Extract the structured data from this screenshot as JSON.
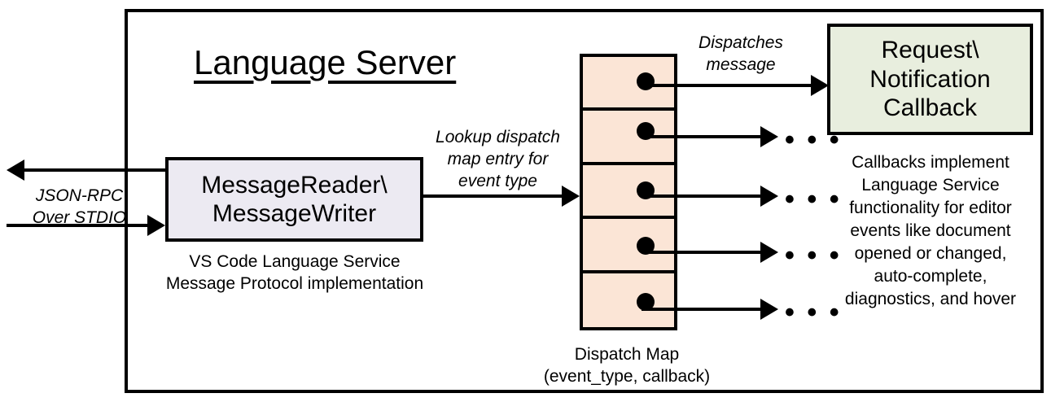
{
  "diagram": {
    "title": "Language Server",
    "frame_name": "language-server-boundary"
  },
  "colors": {
    "reader_box_fill": "#ECEAF2",
    "callback_box_fill": "#E8EEDE",
    "dispatch_map_fill": "#FBE5D6",
    "stroke": "#000000",
    "background": "#FFFFFF"
  },
  "external_io": {
    "label": "JSON-RPC\nOver STDIO",
    "outbound_arrow_name": "json-rpc-outbound-arrow",
    "inbound_arrow_name": "json-rpc-inbound-arrow"
  },
  "reader_writer": {
    "label": "MessageReader\\\nMessageWriter",
    "caption": "VS Code Language Service\nMessage Protocol implementation"
  },
  "lookup_edge": {
    "label": "Lookup dispatch\nmap entry for\nevent type"
  },
  "dispatch_map": {
    "caption": "Dispatch Map\n(event_type, callback)",
    "cell_count": 5,
    "cells": [
      {
        "name": "dispatch-map-cell-1",
        "target": "callback-box"
      },
      {
        "name": "dispatch-map-cell-2",
        "target": "ellipsis"
      },
      {
        "name": "dispatch-map-cell-3",
        "target": "ellipsis"
      },
      {
        "name": "dispatch-map-cell-4",
        "target": "ellipsis"
      },
      {
        "name": "dispatch-map-cell-5",
        "target": "ellipsis"
      }
    ],
    "ellipsis_glyph": "• • •"
  },
  "dispatch_edge": {
    "label": "Dispatches\nmessage"
  },
  "callback": {
    "label": "Request\\\nNotification\nCallback",
    "caption": "Callbacks implement\nLanguage Service\nfunctionality for editor\nevents like document\nopened or changed,\nauto-complete,\ndiagnostics, and hover"
  }
}
